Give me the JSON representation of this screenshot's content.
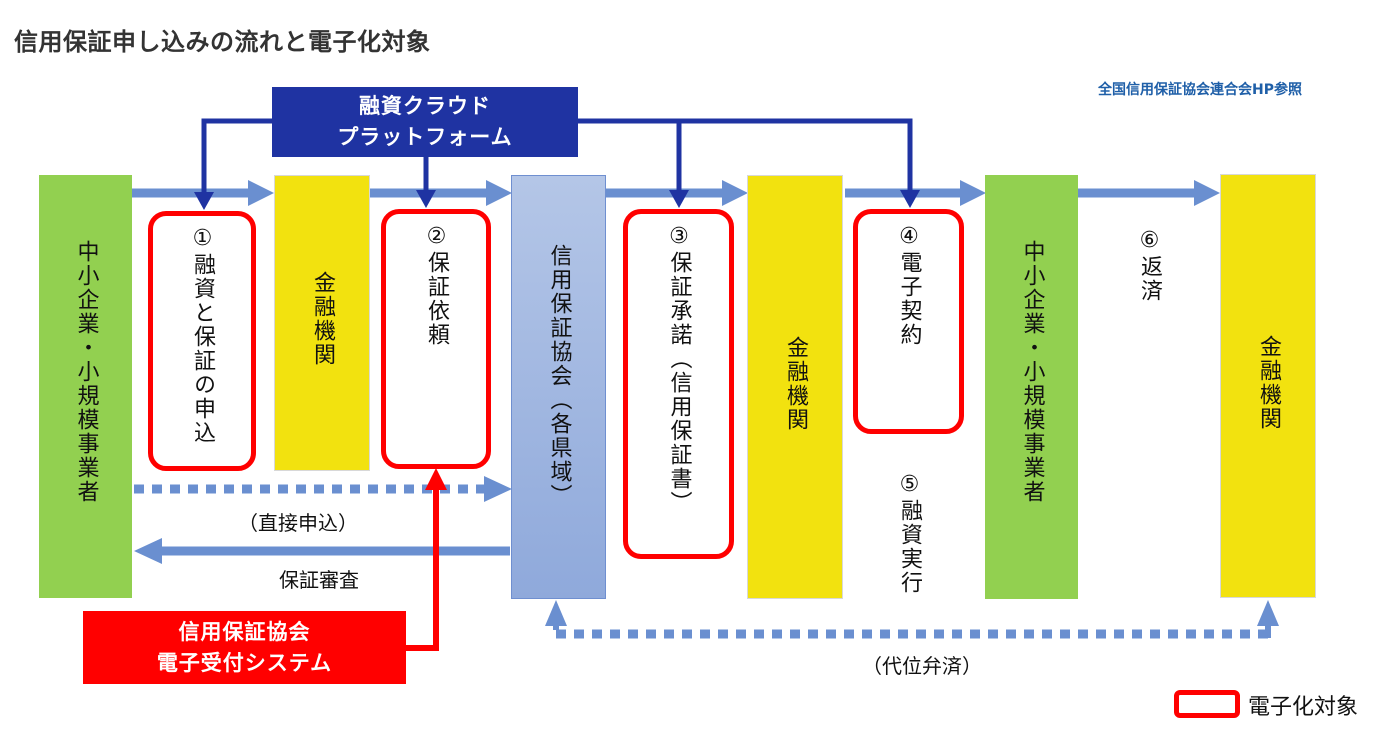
{
  "header": {
    "title": "信用保証申し込みの流れと電子化対象",
    "source_note": "全国信用保証協会連合会HP参照"
  },
  "systems": {
    "platform_line1": "融資クラウド",
    "platform_line2": "プラットフォーム",
    "ereceipt_line1": "信用保証協会",
    "ereceipt_line2": "電子受付システム"
  },
  "actors": {
    "sme_left": "中小企業・小規模事業者",
    "bank_1": "金融機関",
    "guarantee_assoc": "信用保証協会（各県域）",
    "bank_2": "金融機関",
    "sme_right": "中小企業・小規模事業者",
    "bank_3": "金融機関"
  },
  "steps": [
    {
      "label": "①融資と保証の申込",
      "digitized": true
    },
    {
      "label": "②保証依頼",
      "digitized": true
    },
    {
      "label": "③保証承諾（信用保証書）",
      "digitized": true
    },
    {
      "label": "④電子契約",
      "digitized": true
    },
    {
      "label": "⑤融資実行",
      "digitized": false
    },
    {
      "label": "⑥返済",
      "digitized": false
    }
  ],
  "flow_labels": {
    "direct_application": "（直接申込）",
    "guarantee_review": "保証審査",
    "subrogation": "（代位弁済）"
  },
  "legend": {
    "label": "電子化対象"
  },
  "colors": {
    "platform": "#1f33a2",
    "ereceipt": "#ff0000",
    "digitized_border": "#ff0000",
    "sme": "#92d050",
    "bank": "#f2e20f",
    "guarantee_assoc": "#9fb4e0",
    "flow_arrow": "#6a8fd0"
  }
}
